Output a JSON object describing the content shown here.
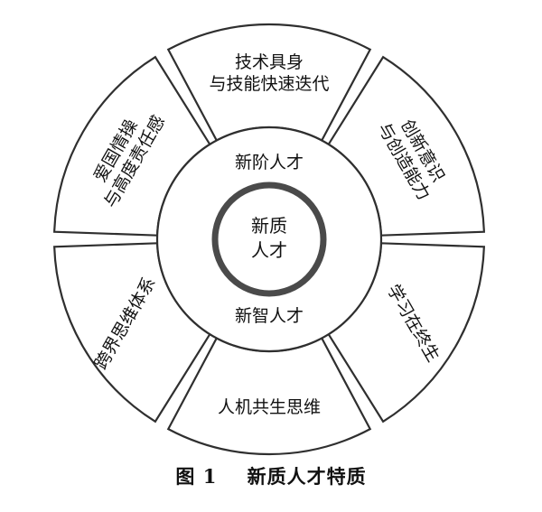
{
  "diagram": {
    "core": {
      "line1": "新质",
      "line2": "人才"
    },
    "inner": {
      "top": "新阶人才",
      "bottom": "新智人才"
    },
    "segments": [
      {
        "id": "top",
        "lines": [
          "技术具身",
          "与技能快速迭代"
        ]
      },
      {
        "id": "upper-right",
        "lines": [
          "创新意识",
          "与创造能力"
        ]
      },
      {
        "id": "lower-right",
        "lines": [
          "学习在终生"
        ]
      },
      {
        "id": "bottom",
        "lines": [
          "人机共生思维"
        ]
      },
      {
        "id": "lower-left",
        "lines": [
          "跨界思维体系"
        ]
      },
      {
        "id": "upper-left",
        "lines": [
          "爱国情操",
          "与高度责任感"
        ]
      }
    ]
  },
  "caption": {
    "figure": "图 1",
    "title": "新质人才特质"
  },
  "colors": {
    "stroke": "#2f2f2f",
    "core_ring": "#4a4a4a",
    "text": "#111111"
  }
}
